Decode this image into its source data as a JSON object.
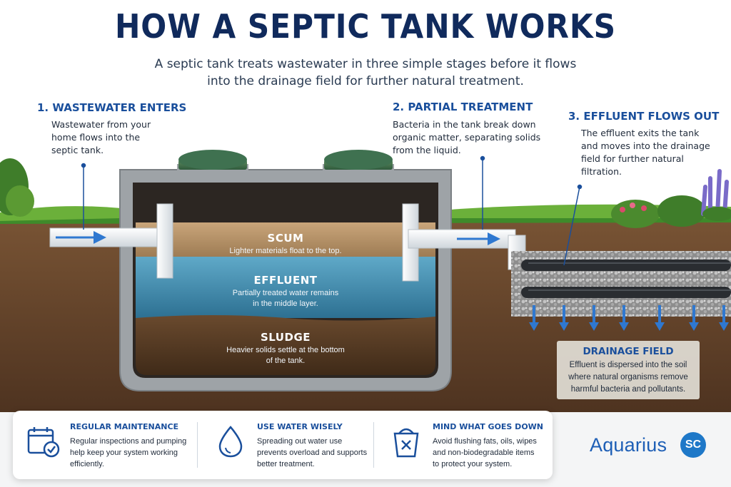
{
  "title": "HOW A SEPTIC TANK WORKS",
  "subtitle_line1": "A septic tank treats wastewater in three simple stages before it flows",
  "subtitle_line2": "into the drainage field for further natural treatment.",
  "steps": [
    {
      "title": "1. WASTEWATER ENTERS",
      "lines": [
        "Wastewater from your",
        "home flows into the",
        "septic tank."
      ]
    },
    {
      "title": "2. PARTIAL TREATMENT",
      "lines": [
        "Bacteria in the tank break down",
        "organic matter, separating solids",
        "from the liquid."
      ]
    },
    {
      "title": "3. EFFLUENT FLOWS OUT",
      "lines": [
        "The effluent exits the tank",
        "and moves into the drainage",
        "field for further natural",
        "filtration."
      ]
    }
  ],
  "layers": [
    {
      "title": "SCUM",
      "lines": [
        "Lighter materials float to the top."
      ]
    },
    {
      "title": "EFFLUENT",
      "lines": [
        "Partially treated water remains",
        "in the middle layer."
      ]
    },
    {
      "title": "SLUDGE",
      "lines": [
        "Heavier solids settle at the bottom",
        "of the tank."
      ]
    }
  ],
  "drainage_field": {
    "title": "DRAINAGE FIELD",
    "lines": [
      "Effluent is dispersed into the soil",
      "where natural organisms remove",
      "harmful bacteria and pollutants."
    ]
  },
  "tips": [
    {
      "icon": "calendar-check-icon",
      "title": "REGULAR MAINTENANCE",
      "lines": [
        "Regular inspections and pumping",
        "help keep your system working",
        "efficiently."
      ]
    },
    {
      "icon": "water-drop-icon",
      "title": "USE WATER WISELY",
      "lines": [
        "Spreading out water use",
        "prevents overload and supports",
        "better treatment."
      ]
    },
    {
      "icon": "bin-x-icon",
      "title": "MIND WHAT GOES DOWN",
      "lines": [
        "Avoid flushing fats, oils, wipes",
        "and non-biodegradable items",
        "to protect your system."
      ]
    }
  ],
  "brand": {
    "name": "Aquarius",
    "badge": "SC"
  },
  "colors": {
    "accent": "#1a4f9c",
    "title": "#102a5c",
    "water": "#3d8fb5",
    "soil": "#6b4a30",
    "grass": "#5a9a2e",
    "brand": "#1e5fb6"
  }
}
